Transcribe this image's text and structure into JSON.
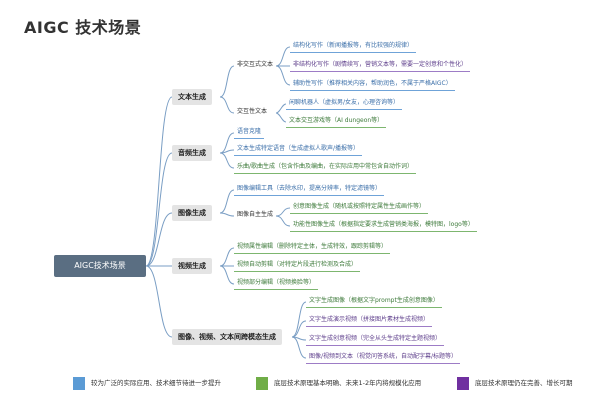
{
  "title": "AIGC 技术场景",
  "root": "AIGC技术场景",
  "categories": {
    "text": "文本生成",
    "audio": "音频生成",
    "image": "图像生成",
    "video": "视频生成",
    "cross": "图像、视频、文本间跨模态生成"
  },
  "subcategories": {
    "text_noninteractive": "非交互式文本",
    "text_interactive": "交互性文本",
    "image_autogen": "图像自主生成"
  },
  "items": {
    "text_structured": "结构化写作（新闻播报等，有比较强的规律）",
    "text_unstructured": "非结构化写作（剧情续写，营销文本等，需要一定创意和个性化）",
    "text_assisted": "辅助性写作（推荐相关内容，帮助润色，不属于严格AIGC）",
    "text_chatbot": "闲聊机器人（虚拟男/女友，心理咨询等）",
    "text_game": "文本交互游戏等（AI dungeon等）",
    "audio_clone": "语音克隆",
    "audio_tts": "文本生成特定语音（生成虚拟人歌声/播报等）",
    "audio_music": "乐曲/歌曲生成（包含作曲及编曲，在实际应用中常包含自动作词）",
    "image_edit": "图像编辑工具（去除水印，提高分辨率，特定滤镜等）",
    "image_creative": "创意图像生成（随机或按照特定属性生成画作等）",
    "image_functional": "功能性图像生成（根据指定要求生成营销类海报，模特图，logo等）",
    "video_attr": "视频属性编辑（删除特定主体，生成特效，跟踪剪辑等）",
    "video_autoedit": "视频自动剪辑（对特定片段进行检测及合成）",
    "video_partial": "视频部分编辑（视频换脸等）",
    "cross_text_image": "文字生成图像（根据文字prompt生成创意图像）",
    "cross_text_video_demo": "文字生成演示视频（拼接图片素材生成视频）",
    "cross_text_video_creative": "文字生成创意视频（完全从头生成特定主题视频）",
    "cross_image_text": "图像/视频到文本（视觉问答系统，自动配字幕/标题等）"
  },
  "legend": [
    {
      "label": "较为广泛的实际应用、技术细节待进一步提升",
      "color": "#5b9bd5"
    },
    {
      "label": "底层技术原理基本明确、未来1-2年内将规模化应用",
      "color": "#70ad47"
    },
    {
      "label": "底层技术原理仍在完善、增长可期",
      "color": "#7030a0"
    }
  ],
  "colors": {
    "connector": "#7a9ec4",
    "root_fill": "#5a6e82",
    "category_fill": "#e4e4e4"
  }
}
